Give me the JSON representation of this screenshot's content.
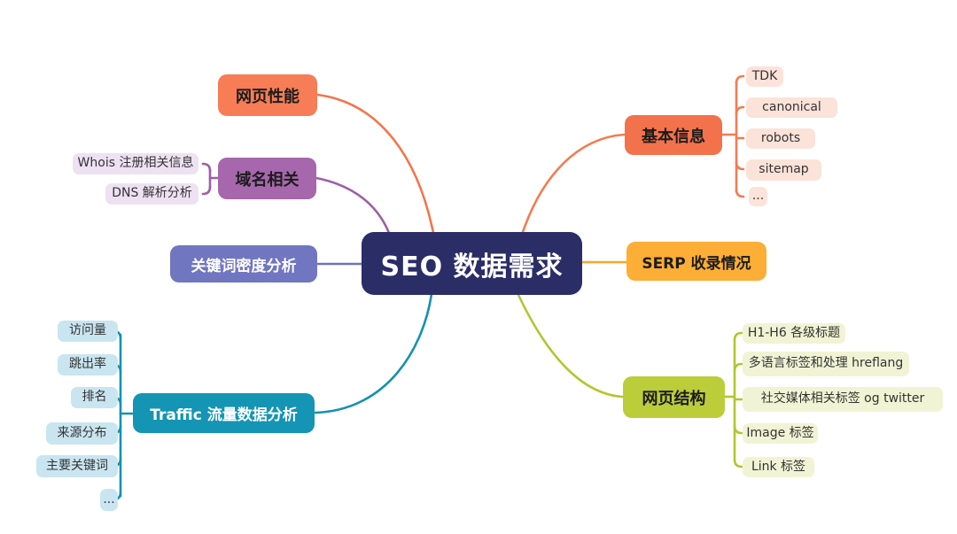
{
  "central": {
    "label": "SEO 数据需求",
    "fill": "#2a2d66",
    "text_color": "#ffffff"
  },
  "branches": [
    {
      "name": "web-performance",
      "label": "网页性能",
      "fill": "#f67d55",
      "text_color": "#1c1c1c",
      "line": "#f4744b",
      "children": []
    },
    {
      "name": "domain",
      "label": "域名相关",
      "fill": "#a667ac",
      "text_color": "#1c1c1c",
      "line": "#9c5fa5",
      "child_bg": "#eee1f2",
      "child_text": "#333333",
      "children": [
        "Whois 注册相关信息",
        "DNS 解析分析"
      ]
    },
    {
      "name": "keyword-density",
      "label": "关键词密度分析",
      "fill": "#7176c1",
      "text_color": "#ffffff",
      "line": "#6f74bf",
      "children": []
    },
    {
      "name": "traffic",
      "label": "Traffic 流量数据分析",
      "fill": "#1495b3",
      "text_color": "#ffffff",
      "line": "#1592af",
      "child_bg": "#c9e5f0",
      "child_text": "#333333",
      "children": [
        "访问量",
        "跳出率",
        "排名",
        "来源分布",
        "主要关键词",
        "..."
      ]
    },
    {
      "name": "basic-info",
      "label": "基本信息",
      "fill": "#f2724b",
      "text_color": "#1c1c1c",
      "line": "#f37c52",
      "child_bg": "#fbe3d9",
      "child_text": "#333333",
      "children": [
        "TDK",
        "canonical",
        "robots",
        "sitemap",
        "..."
      ]
    },
    {
      "name": "serp",
      "label": "SERP 收录情况",
      "fill": "#fcae36",
      "text_color": "#1c1c1c",
      "line": "#f8a62a",
      "children": []
    },
    {
      "name": "structure",
      "label": "网页结构",
      "fill": "#bccd3a",
      "text_color": "#1c1c1c",
      "line": "#b2c62e",
      "child_bg": "#f0f4d4",
      "child_text": "#333333",
      "children": [
        "H1-H6 各级标题",
        "多语言标签和处理 hreflang",
        "社交媒体相关标签 og twitter",
        "Image 标签",
        "Link 标签"
      ]
    }
  ]
}
